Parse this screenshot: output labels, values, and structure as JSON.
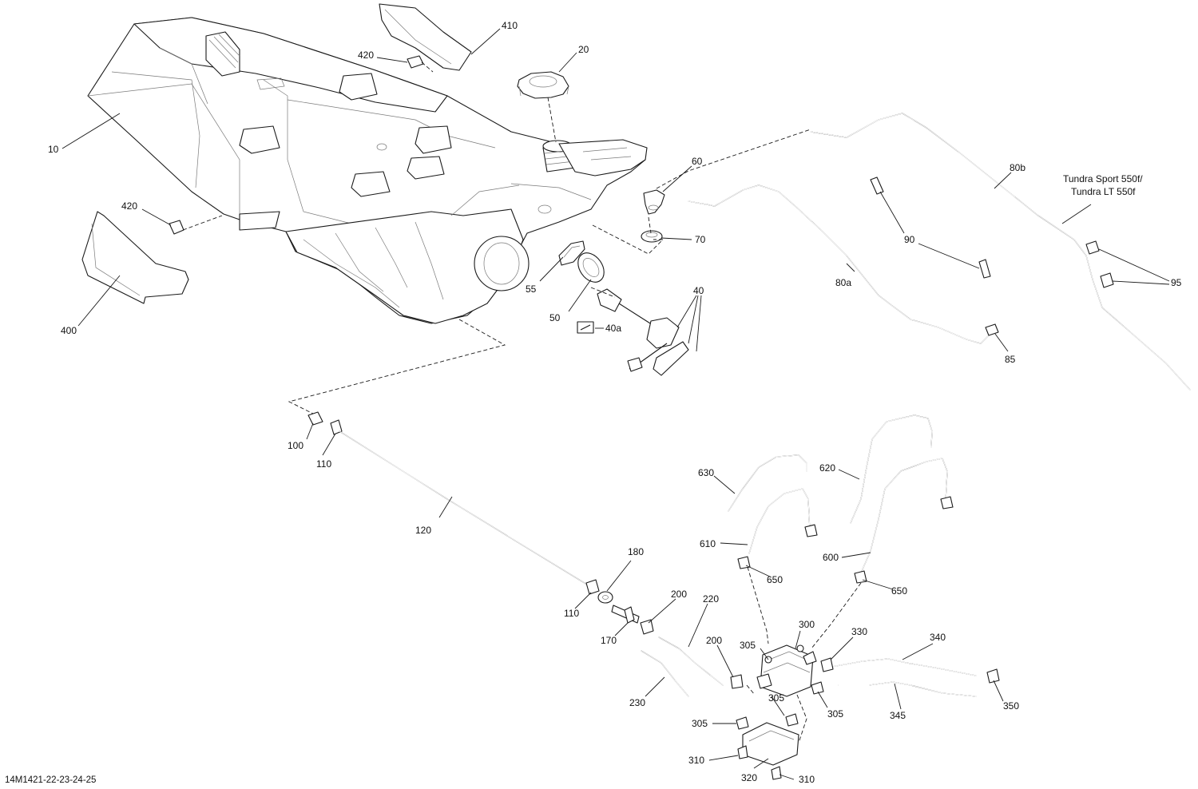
{
  "drawing_code": "14M1421-22-23-24-25",
  "model_note": [
    "Tundra Sport 550f/",
    "Tundra LT 550f"
  ],
  "callouts": [
    {
      "id": "c-410",
      "text": "410"
    },
    {
      "id": "c-420a",
      "text": "420"
    },
    {
      "id": "c-20",
      "text": "20"
    },
    {
      "id": "c-10",
      "text": "10"
    },
    {
      "id": "c-420b",
      "text": "420"
    },
    {
      "id": "c-400",
      "text": "400"
    },
    {
      "id": "c-60",
      "text": "60"
    },
    {
      "id": "c-70",
      "text": "70"
    },
    {
      "id": "c-55",
      "text": "55"
    },
    {
      "id": "c-50",
      "text": "50"
    },
    {
      "id": "c-40",
      "text": "40"
    },
    {
      "id": "c-40a",
      "text": "40a"
    },
    {
      "id": "c-80b",
      "text": "80b"
    },
    {
      "id": "c-90",
      "text": "90"
    },
    {
      "id": "c-80a",
      "text": "80a"
    },
    {
      "id": "c-85",
      "text": "85"
    },
    {
      "id": "c-95",
      "text": "95"
    },
    {
      "id": "c-100",
      "text": "100"
    },
    {
      "id": "c-110a",
      "text": "110"
    },
    {
      "id": "c-120",
      "text": "120"
    },
    {
      "id": "c-180",
      "text": "180"
    },
    {
      "id": "c-110b",
      "text": "110"
    },
    {
      "id": "c-170",
      "text": "170"
    },
    {
      "id": "c-200a",
      "text": "200"
    },
    {
      "id": "c-220",
      "text": "220"
    },
    {
      "id": "c-200b",
      "text": "200"
    },
    {
      "id": "c-230",
      "text": "230"
    },
    {
      "id": "c-630",
      "text": "630"
    },
    {
      "id": "c-620",
      "text": "620"
    },
    {
      "id": "c-610",
      "text": "610"
    },
    {
      "id": "c-650a",
      "text": "650"
    },
    {
      "id": "c-600",
      "text": "600"
    },
    {
      "id": "c-650b",
      "text": "650"
    },
    {
      "id": "c-305a",
      "text": "305"
    },
    {
      "id": "c-300",
      "text": "300"
    },
    {
      "id": "c-330",
      "text": "330"
    },
    {
      "id": "c-340",
      "text": "340"
    },
    {
      "id": "c-305b",
      "text": "305"
    },
    {
      "id": "c-305c",
      "text": "305"
    },
    {
      "id": "c-345",
      "text": "345"
    },
    {
      "id": "c-350",
      "text": "350"
    },
    {
      "id": "c-305d",
      "text": "305"
    },
    {
      "id": "c-310a",
      "text": "310"
    },
    {
      "id": "c-320",
      "text": "320"
    },
    {
      "id": "c-310b",
      "text": "310"
    }
  ]
}
